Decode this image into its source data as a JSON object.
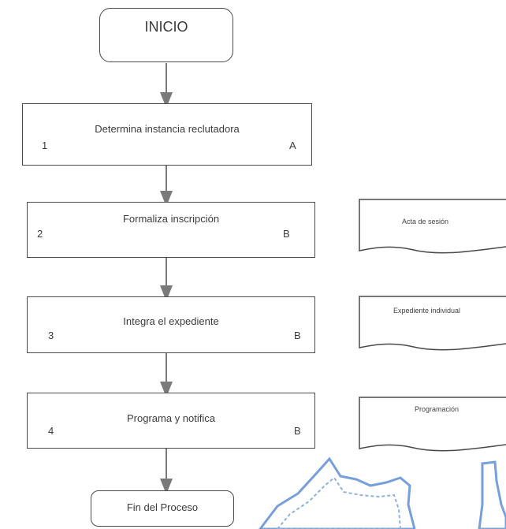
{
  "start": {
    "label": "INICIO"
  },
  "steps": [
    {
      "label": "Determina instancia reclutadora",
      "number": "1",
      "code": "A"
    },
    {
      "label": "Formaliza inscripción",
      "number": "2",
      "code": "B"
    },
    {
      "label": "Integra el expediente",
      "number": "3",
      "code": "B"
    },
    {
      "label": "Programa y notifica",
      "number": "4",
      "code": "B"
    }
  ],
  "documents": [
    {
      "label": "Acta de sesión"
    },
    {
      "label": "Expediente individual"
    },
    {
      "label": "Programación"
    }
  ],
  "end": {
    "label": "Fin del Proceso"
  },
  "colors": {
    "line": "#4a4a4a",
    "arrow": "#7a7a7a",
    "stamp": "#5f8fd6"
  }
}
